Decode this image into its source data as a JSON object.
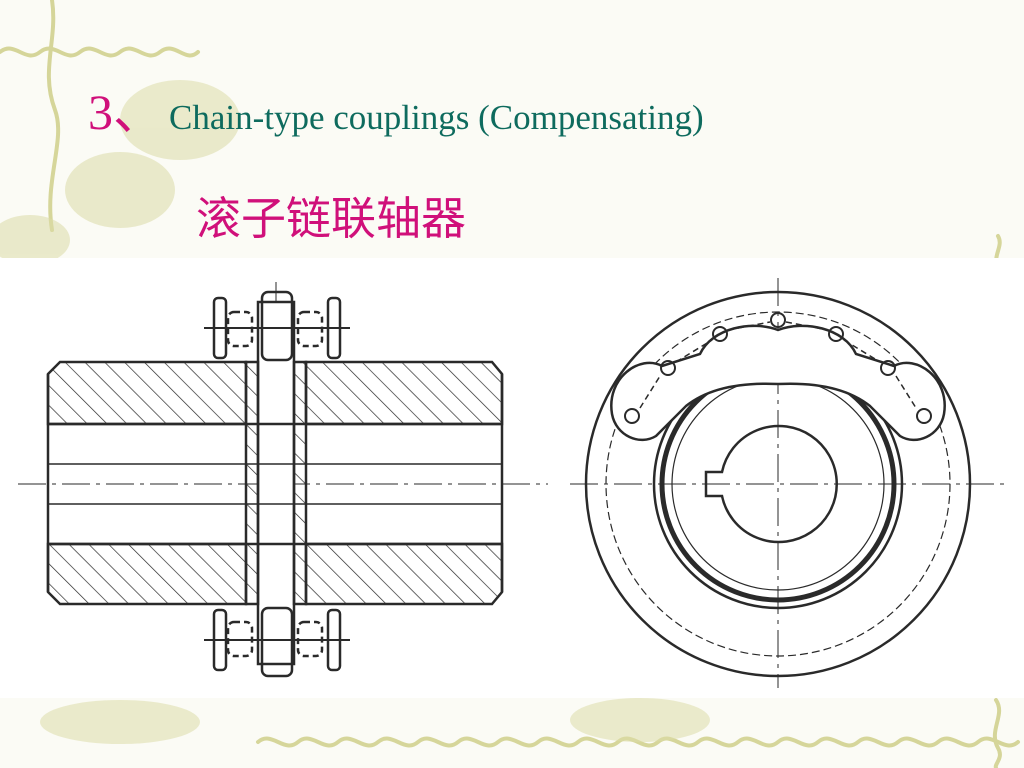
{
  "slide": {
    "number_label": "3、",
    "title": "Chain-type couplings (Compensating)",
    "subtitle": "滚子链联轴器"
  },
  "colors": {
    "title_number": "#d0107a",
    "title_text": "#0e6b5e",
    "subtitle": "#d0107a",
    "drawing_line": "#2a2a2a",
    "vine_decor": "#cfcf8a",
    "background": "#fbfbf5"
  },
  "diagram": {
    "left_view": "sectional-side-view",
    "right_view": "end-view-with-chain"
  }
}
